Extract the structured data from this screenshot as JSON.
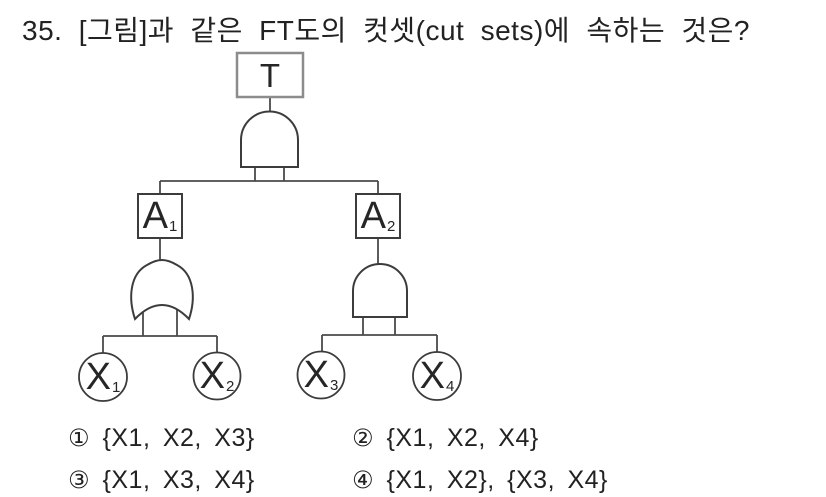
{
  "question": {
    "title": "35. [그림]과 같은 FT도의 컷셋(cut sets)에 속하는 것은?"
  },
  "diagram": {
    "top_event": {
      "label": "T",
      "gate": "AND"
    },
    "branches": [
      {
        "label": "A",
        "sub": "1",
        "gate": "OR"
      },
      {
        "label": "A",
        "sub": "2",
        "gate": "AND"
      }
    ],
    "basic_events": [
      {
        "label": "X",
        "sub": "1"
      },
      {
        "label": "X",
        "sub": "2"
      },
      {
        "label": "X",
        "sub": "3"
      },
      {
        "label": "X",
        "sub": "4"
      }
    ]
  },
  "options": [
    {
      "marker": "①",
      "text": "{X1, X2, X3}"
    },
    {
      "marker": "②",
      "text": "{X1, X2, X4}"
    },
    {
      "marker": "③",
      "text": "{X1, X3, X4}"
    },
    {
      "marker": "④",
      "text": "{X1, X2}, {X3, X4}"
    }
  ]
}
